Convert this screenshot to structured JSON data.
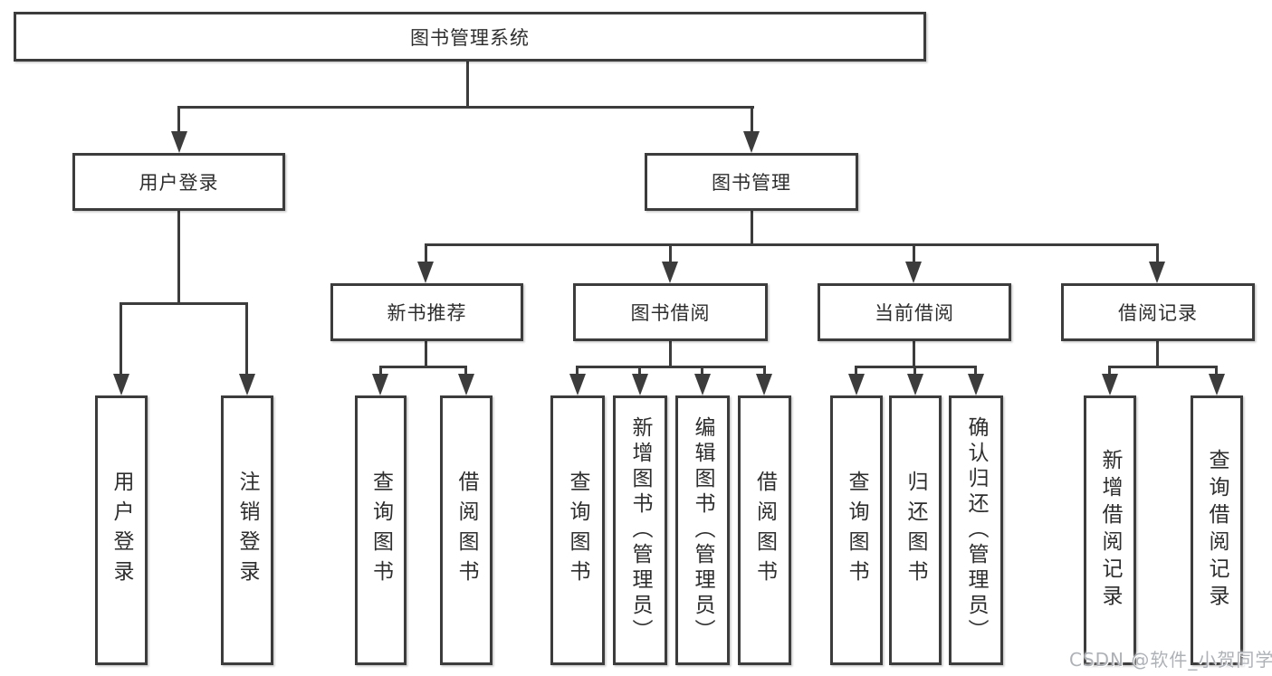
{
  "tree": {
    "root": {
      "label": "图书管理系统"
    },
    "branches": [
      {
        "label": "用户登录",
        "children": [
          {
            "label": "用户登录"
          },
          {
            "label": "注销登录"
          }
        ]
      },
      {
        "label": "图书管理",
        "children": [
          {
            "label": "新书推荐",
            "children": [
              {
                "label": "查询图书"
              },
              {
                "label": "借阅图书"
              }
            ]
          },
          {
            "label": "图书借阅",
            "children": [
              {
                "label": "查询图书"
              },
              {
                "label": "新增图书（管理员）"
              },
              {
                "label": "编辑图书（管理员）"
              },
              {
                "label": "借阅图书"
              }
            ]
          },
          {
            "label": "当前借阅",
            "children": [
              {
                "label": "查询图书"
              },
              {
                "label": "归还图书"
              },
              {
                "label": "确认归还（管理员）"
              }
            ]
          },
          {
            "label": "借阅记录",
            "children": [
              {
                "label": "新增借阅记录"
              },
              {
                "label": "查询借阅记录"
              }
            ]
          }
        ]
      }
    ]
  },
  "watermark": "CSDN @软件_小贺同学",
  "colors": {
    "line": "#3c3c3c",
    "box_border": "#3c3c3c",
    "text": "#2e2e2e",
    "watermark": "#aeb2b7",
    "background": "#ffffff"
  }
}
